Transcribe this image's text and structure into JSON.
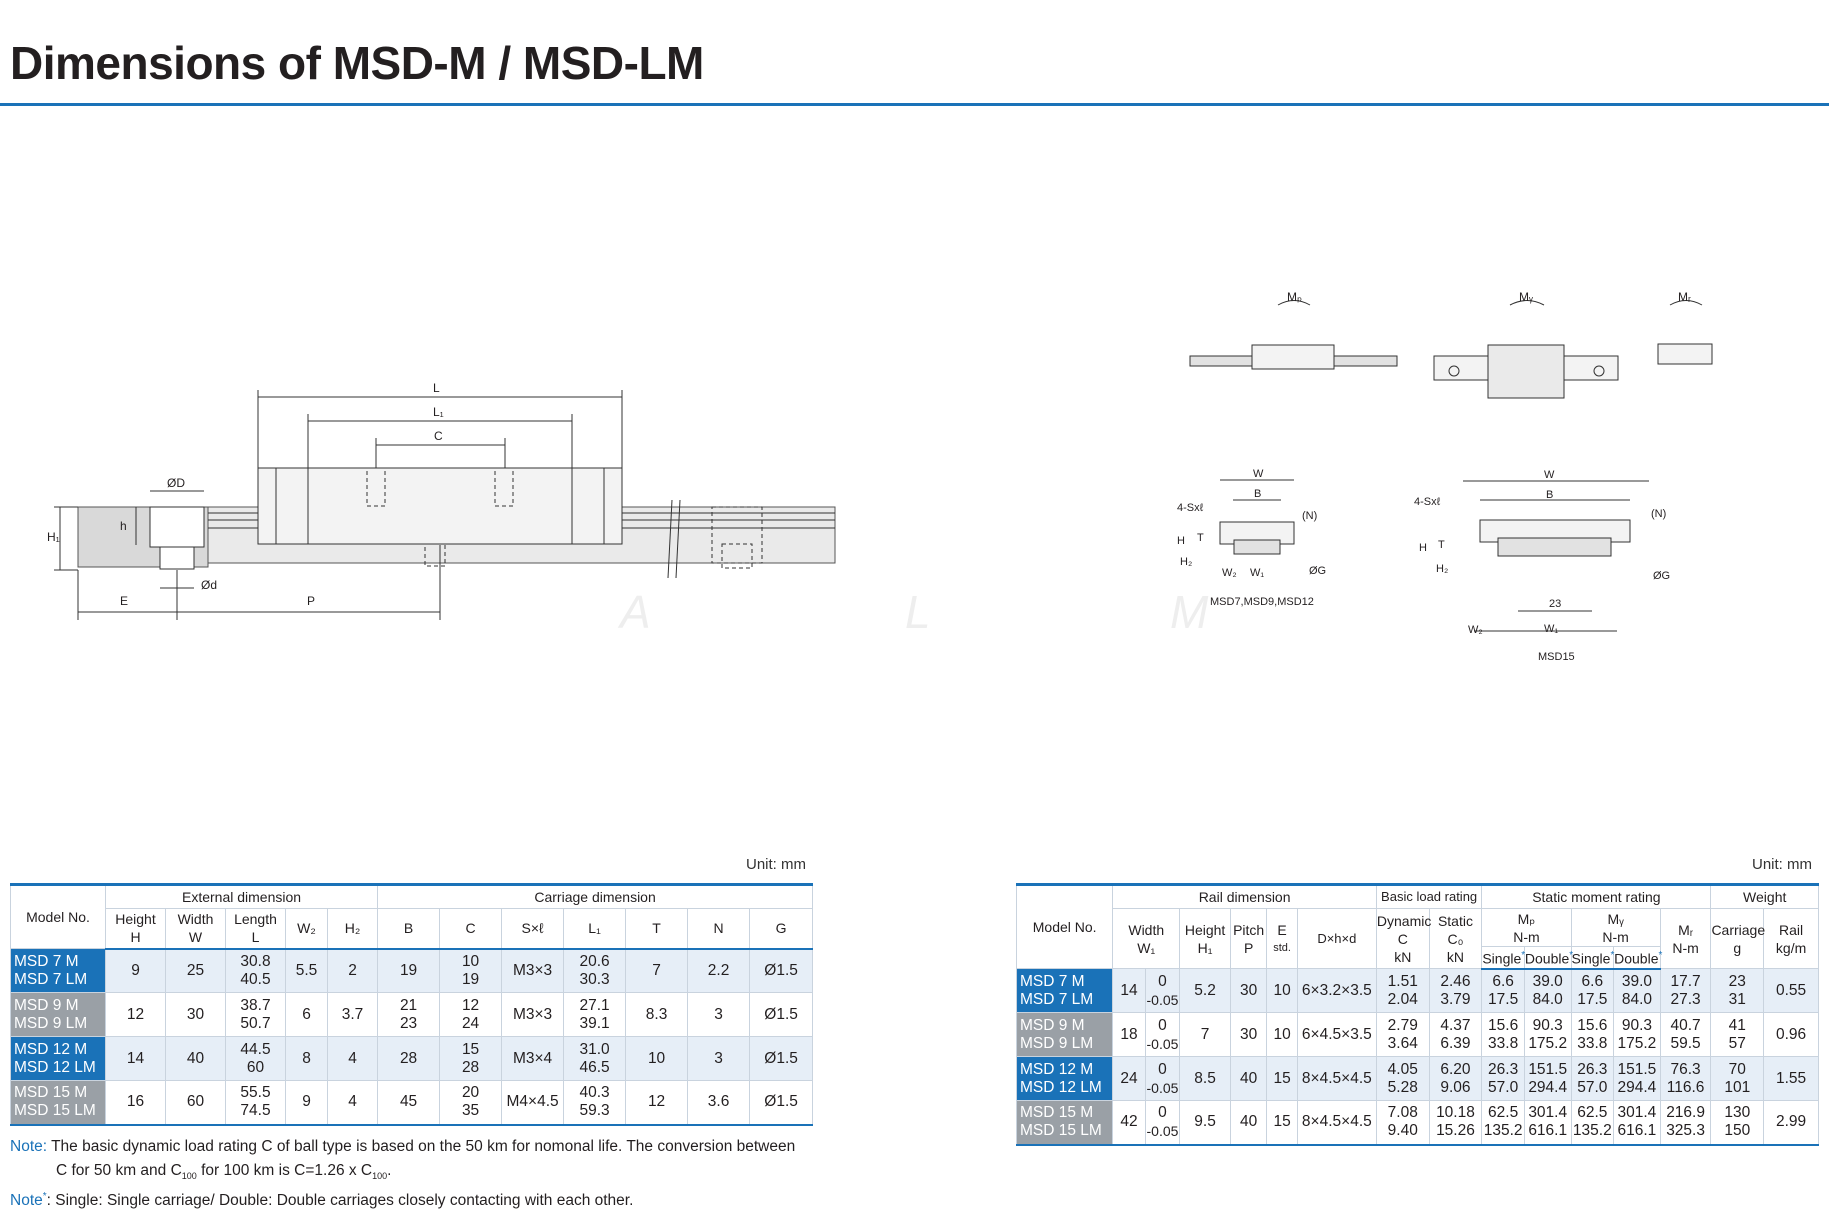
{
  "title": "Dimensions of MSD-M / MSD-LM",
  "watermark": [
    "A",
    "L",
    "M"
  ],
  "drawing_labels": {
    "length": "L",
    "l1": "L₁",
    "c": "C",
    "od_big": "ØD",
    "od_small": "Ød",
    "h1": "H₁",
    "h": "h",
    "e": "E",
    "p": "P",
    "mp": "Mₚ",
    "my": "Mᵧ",
    "mr": "Mᵣ",
    "w": "W",
    "b": "B",
    "n": "(N)",
    "sxl": "4-Sxℓ",
    "H": "H",
    "T": "T",
    "H2": "H₂",
    "w2": "W₂",
    "w1": "W₁",
    "og": "ØG",
    "dim23": "23",
    "caption_small": "MSD7,MSD9,MSD12",
    "caption_large": "MSD15"
  },
  "unit_left": "Unit: mm",
  "unit_right": "Unit: mm",
  "left_table": {
    "model_header": "Model No.",
    "group_external": "External dimension",
    "group_carriage": "Carriage dimension",
    "cols": [
      {
        "name": "Height",
        "sym": "H"
      },
      {
        "name": "Width",
        "sym": "W"
      },
      {
        "name": "Length",
        "sym": "L"
      },
      {
        "name": "",
        "sym": "W₂"
      },
      {
        "name": "",
        "sym": "H₂"
      },
      {
        "name": "",
        "sym": "B"
      },
      {
        "name": "",
        "sym": "C"
      },
      {
        "name": "",
        "sym": "S×ℓ"
      },
      {
        "name": "",
        "sym": "L₁"
      },
      {
        "name": "",
        "sym": "T"
      },
      {
        "name": "",
        "sym": "N"
      },
      {
        "name": "",
        "sym": "G"
      }
    ],
    "rows": [
      {
        "m1": "MSD 7 M",
        "m2": "MSD 7 LM",
        "H": "9",
        "W": "25",
        "L": [
          "30.8",
          "40.5"
        ],
        "W2": "5.5",
        "H2": "2",
        "B": "19",
        "C": [
          "10",
          "19"
        ],
        "SL": "M3×3",
        "L1": [
          "20.6",
          "30.3"
        ],
        "T": "7",
        "N": "2.2",
        "G": "Ø1.5"
      },
      {
        "m1": "MSD 9 M",
        "m2": "MSD 9 LM",
        "H": "12",
        "W": "30",
        "L": [
          "38.7",
          "50.7"
        ],
        "W2": "6",
        "H2": "3.7",
        "B": [
          "21",
          "23"
        ],
        "C": [
          "12",
          "24"
        ],
        "SL": "M3×3",
        "L1": [
          "27.1",
          "39.1"
        ],
        "T": "8.3",
        "N": "3",
        "G": "Ø1.5"
      },
      {
        "m1": "MSD 12 M",
        "m2": "MSD 12 LM",
        "H": "14",
        "W": "40",
        "L": [
          "44.5",
          "60"
        ],
        "W2": "8",
        "H2": "4",
        "B": "28",
        "C": [
          "15",
          "28"
        ],
        "SL": "M3×4",
        "L1": [
          "31.0",
          "46.5"
        ],
        "T": "10",
        "N": "3",
        "G": "Ø1.5"
      },
      {
        "m1": "MSD 15 M",
        "m2": "MSD 15 LM",
        "H": "16",
        "W": "60",
        "L": [
          "55.5",
          "74.5"
        ],
        "W2": "9",
        "H2": "4",
        "B": "45",
        "C": [
          "20",
          "35"
        ],
        "SL": "M4×4.5",
        "L1": [
          "40.3",
          "59.3"
        ],
        "T": "12",
        "N": "3.6",
        "G": "Ø1.5"
      }
    ]
  },
  "right_table": {
    "model_header": "Model No.",
    "group_rail": "Rail dimension",
    "group_load": "Basic load rating",
    "group_moment": "Static moment rating",
    "group_weight": "Weight",
    "h_width": "Width",
    "h_width_sym": "W₁",
    "h_height": "Height",
    "h_height_sym": "H₁",
    "h_pitch": "Pitch",
    "h_pitch_sym": "P",
    "h_e": "E",
    "h_e_sub": "std.",
    "h_dhd": "D×h×d",
    "h_dyn": "Dynamic",
    "h_dyn_sym": "C",
    "h_dyn_unit": "kN",
    "h_stat": "Static",
    "h_stat_sym": "C₀",
    "h_stat_unit": "kN",
    "h_mp": "Mₚ",
    "h_my": "Mᵧ",
    "h_nm": "N-m",
    "h_mr": "Mᵣ",
    "h_mr_unit": "N-m",
    "h_single": "Single",
    "h_double": "Double",
    "h_carriage": "Carriage",
    "h_carriage_unit": "g",
    "h_rail": "Rail",
    "h_rail_unit": "kg/m",
    "rows": [
      {
        "m1": "MSD 7 M",
        "m2": "MSD 7 LM",
        "W1": "14",
        "tol": [
          "0",
          "-0.05"
        ],
        "H1": "5.2",
        "P": "30",
        "E": "10",
        "dhd": "6×3.2×3.5",
        "Cd": [
          "1.51",
          "2.04"
        ],
        "C0": [
          "2.46",
          "3.79"
        ],
        "mps": [
          "6.6",
          "17.5"
        ],
        "mpd": [
          "39.0",
          "84.0"
        ],
        "mys": [
          "6.6",
          "17.5"
        ],
        "myd": [
          "39.0",
          "84.0"
        ],
        "mr": [
          "17.7",
          "27.3"
        ],
        "cg": [
          "23",
          "31"
        ],
        "rail": "0.55"
      },
      {
        "m1": "MSD 9 M",
        "m2": "MSD 9 LM",
        "W1": "18",
        "tol": [
          "0",
          "-0.05"
        ],
        "H1": "7",
        "P": "30",
        "E": "10",
        "dhd": "6×4.5×3.5",
        "Cd": [
          "2.79",
          "3.64"
        ],
        "C0": [
          "4.37",
          "6.39"
        ],
        "mps": [
          "15.6",
          "33.8"
        ],
        "mpd": [
          "90.3",
          "175.2"
        ],
        "mys": [
          "15.6",
          "33.8"
        ],
        "myd": [
          "90.3",
          "175.2"
        ],
        "mr": [
          "40.7",
          "59.5"
        ],
        "cg": [
          "41",
          "57"
        ],
        "rail": "0.96"
      },
      {
        "m1": "MSD 12 M",
        "m2": "MSD 12 LM",
        "W1": "24",
        "tol": [
          "0",
          "-0.05"
        ],
        "H1": "8.5",
        "P": "40",
        "E": "15",
        "dhd": "8×4.5×4.5",
        "Cd": [
          "4.05",
          "5.28"
        ],
        "C0": [
          "6.20",
          "9.06"
        ],
        "mps": [
          "26.3",
          "57.0"
        ],
        "mpd": [
          "151.5",
          "294.4"
        ],
        "mys": [
          "26.3",
          "57.0"
        ],
        "myd": [
          "151.5",
          "294.4"
        ],
        "mr": [
          "76.3",
          "116.6"
        ],
        "cg": [
          "70",
          "101"
        ],
        "rail": "1.55"
      },
      {
        "m1": "MSD 15 M",
        "m2": "MSD 15 LM",
        "W1": "42",
        "tol": [
          "0",
          "-0.05"
        ],
        "H1": "9.5",
        "P": "40",
        "E": "15",
        "dhd": "8×4.5×4.5",
        "Cd": [
          "7.08",
          "9.40"
        ],
        "C0": [
          "10.18",
          "15.26"
        ],
        "mps": [
          "62.5",
          "135.2"
        ],
        "mpd": [
          "301.4",
          "616.1"
        ],
        "mys": [
          "62.5",
          "135.2"
        ],
        "myd": [
          "301.4",
          "616.1"
        ],
        "mr": [
          "216.9",
          "325.3"
        ],
        "cg": [
          "130",
          "150"
        ],
        "rail": "2.99"
      }
    ]
  },
  "note1_label": "Note:",
  "note1_line1": "The basic dynamic load rating C of ball type is based on the 50 km for nomonal life. The conversion between",
  "note1_line2_a": "C for 50 km and C",
  "note1_line2_sub1": "100",
  "note1_line2_b": " for 100 km is C=1.26 x C",
  "note1_line2_sub2": "100",
  "note1_line2_c": ".",
  "note2_label": "Note",
  "note2_star": "*",
  "note2_text": ": Single: Single carriage/ Double: Double carriages closely contacting with each other.",
  "colors": {
    "accent": "#1a72b8",
    "model_grey": "#9aa0a6",
    "row_tint": "#e6eef7"
  }
}
